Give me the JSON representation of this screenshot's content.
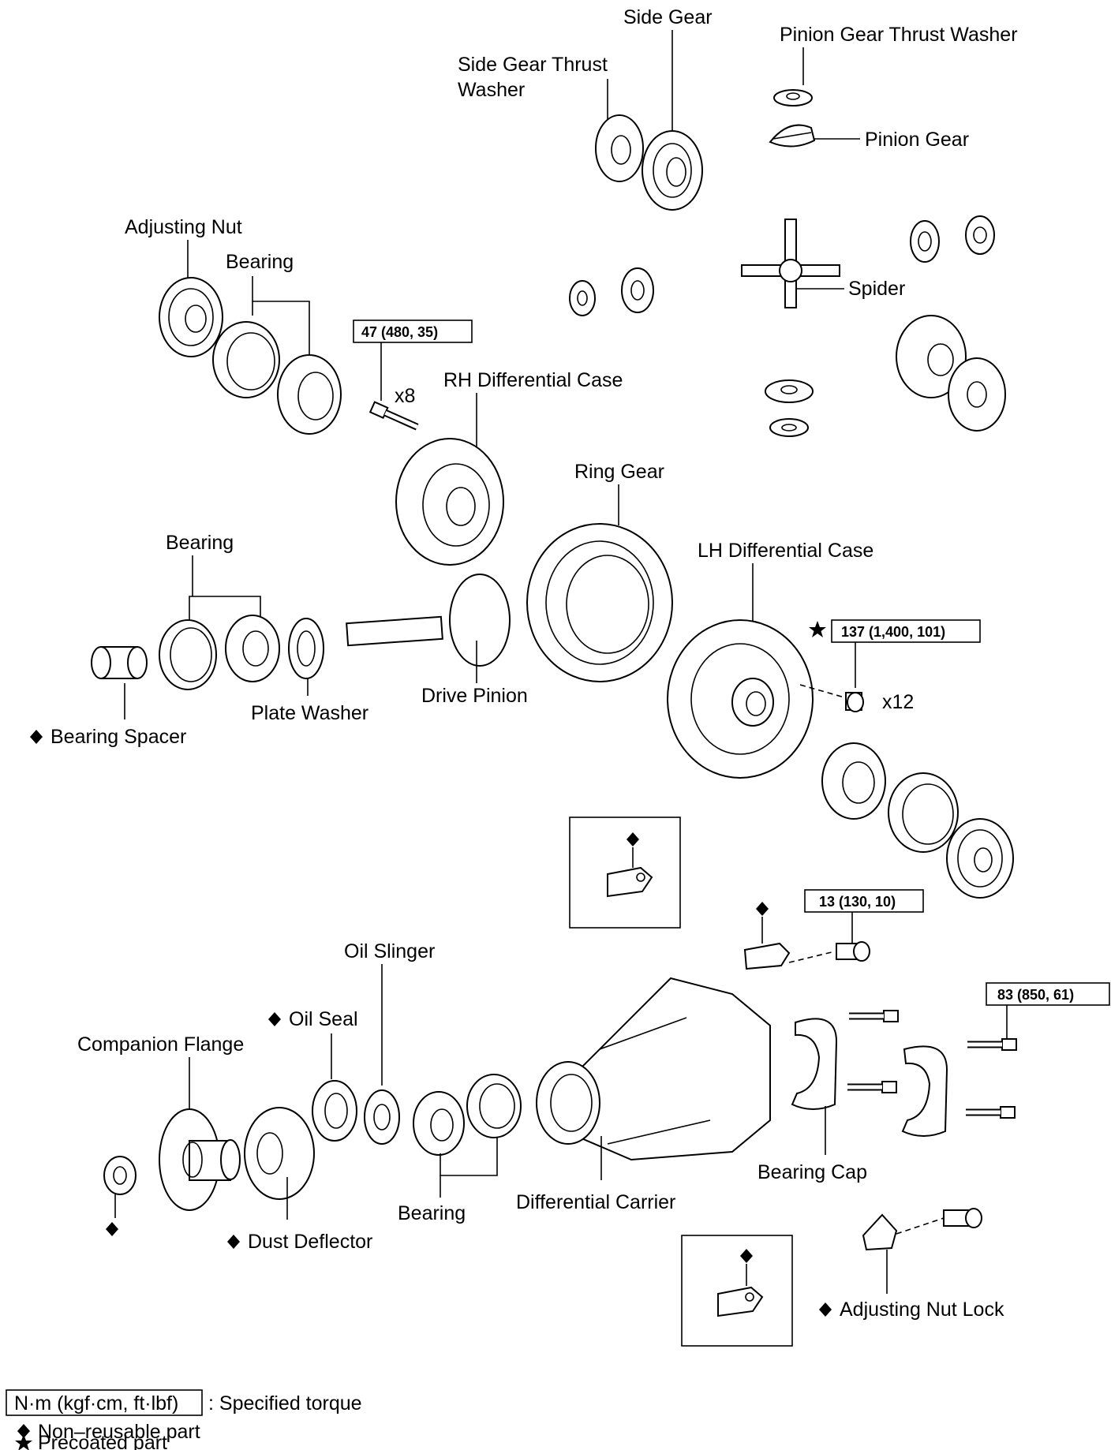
{
  "labels": {
    "side_gear": "Side Gear",
    "pinion_gear_thrust_washer": "Pinion Gear Thrust Washer",
    "side_gear_thrust_washer_1": "Side Gear Thrust",
    "side_gear_thrust_washer_2": "Washer",
    "pinion_gear": "Pinion Gear",
    "adjusting_nut": "Adjusting Nut",
    "bearing_top": "Bearing",
    "spider": "Spider",
    "rh_differential_case": "RH Differential Case",
    "ring_gear": "Ring Gear",
    "bearing_mid": "Bearing",
    "lh_differential_case": "LH Differential Case",
    "plate_washer": "Plate Washer",
    "drive_pinion": "Drive Pinion",
    "bearing_spacer": "Bearing Spacer",
    "oil_slinger": "Oil Slinger",
    "oil_seal": "Oil Seal",
    "companion_flange": "Companion Flange",
    "bearing_cap": "Bearing Cap",
    "bearing_bottom": "Bearing",
    "differential_carrier": "Differential Carrier",
    "dust_deflector": "Dust Deflector",
    "adjusting_nut_lock": "Adjusting Nut Lock"
  },
  "torque": {
    "rh_case_bolts": "47 (480, 35)",
    "lh_case_bolts": "137 (1,400, 101)",
    "lock_bolt": "13 (130, 10)",
    "bearing_cap_bolts": "83 (850, 61)"
  },
  "quantities": {
    "rh_case_bolts": "x8",
    "lh_case_bolts": "x12"
  },
  "legend": {
    "torque_unit": "N·m (kgf·cm, ft·lbf)",
    "torque_desc": ": Specified torque",
    "non_reusable": "Non–reusable part",
    "precoated": "Precoated part"
  },
  "symbols": {
    "non_reusable": "diamond-icon",
    "precoated": "star-icon"
  }
}
